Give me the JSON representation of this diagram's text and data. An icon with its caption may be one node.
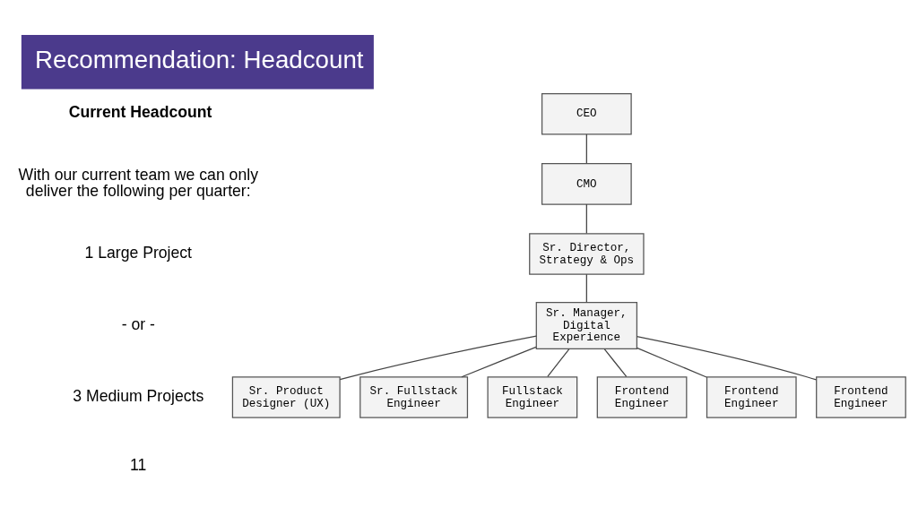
{
  "diagram": {
    "title": "Recommendation: Headcount",
    "nodes": [
      {
        "text": [
          "CEO"
        ]
      },
      {
        "text": [
          "CMO"
        ]
      },
      {
        "text": [
          "Sr. Director, Strategy & Ops"
        ]
      },
      {
        "text": [
          "Sr. Manager, Digital Experience"
        ]
      },
      {
        "text": [
          "Sr. Product Designer (UX)"
        ]
      },
      {
        "text": [
          "Sr. Fullstack Engineer"
        ]
      },
      {
        "text": [
          "Fullstack Engineer"
        ]
      },
      {
        "text": [
          "Frontend Engineer"
        ]
      },
      {
        "text": [
          "Frontend Engineer"
        ]
      },
      {
        "text": [
          "Frontend Engineer"
        ]
      }
    ],
    "edges": [
      {
        "from": 0,
        "to": 1,
        "arrow": "none"
      },
      {
        "from": 1,
        "to": 2,
        "arrow": "none"
      },
      {
        "from": 2,
        "to": 3,
        "arrow": "none"
      },
      {
        "from": 3,
        "to": 4,
        "arrow": "none"
      },
      {
        "from": 3,
        "to": 5,
        "arrow": "none"
      },
      {
        "from": 3,
        "to": 6,
        "arrow": "none"
      },
      {
        "from": 3,
        "to": 7,
        "arrow": "none"
      },
      {
        "from": 3,
        "to": 8,
        "arrow": "none"
      },
      {
        "from": 3,
        "to": 9,
        "arrow": "none"
      }
    ],
    "labels": [
      "Current Headcount",
      "With our current team we can only deliver the following per quarter:",
      "1 Large Project",
      "- or -",
      "3 Medium Projects",
      "11"
    ]
  }
}
